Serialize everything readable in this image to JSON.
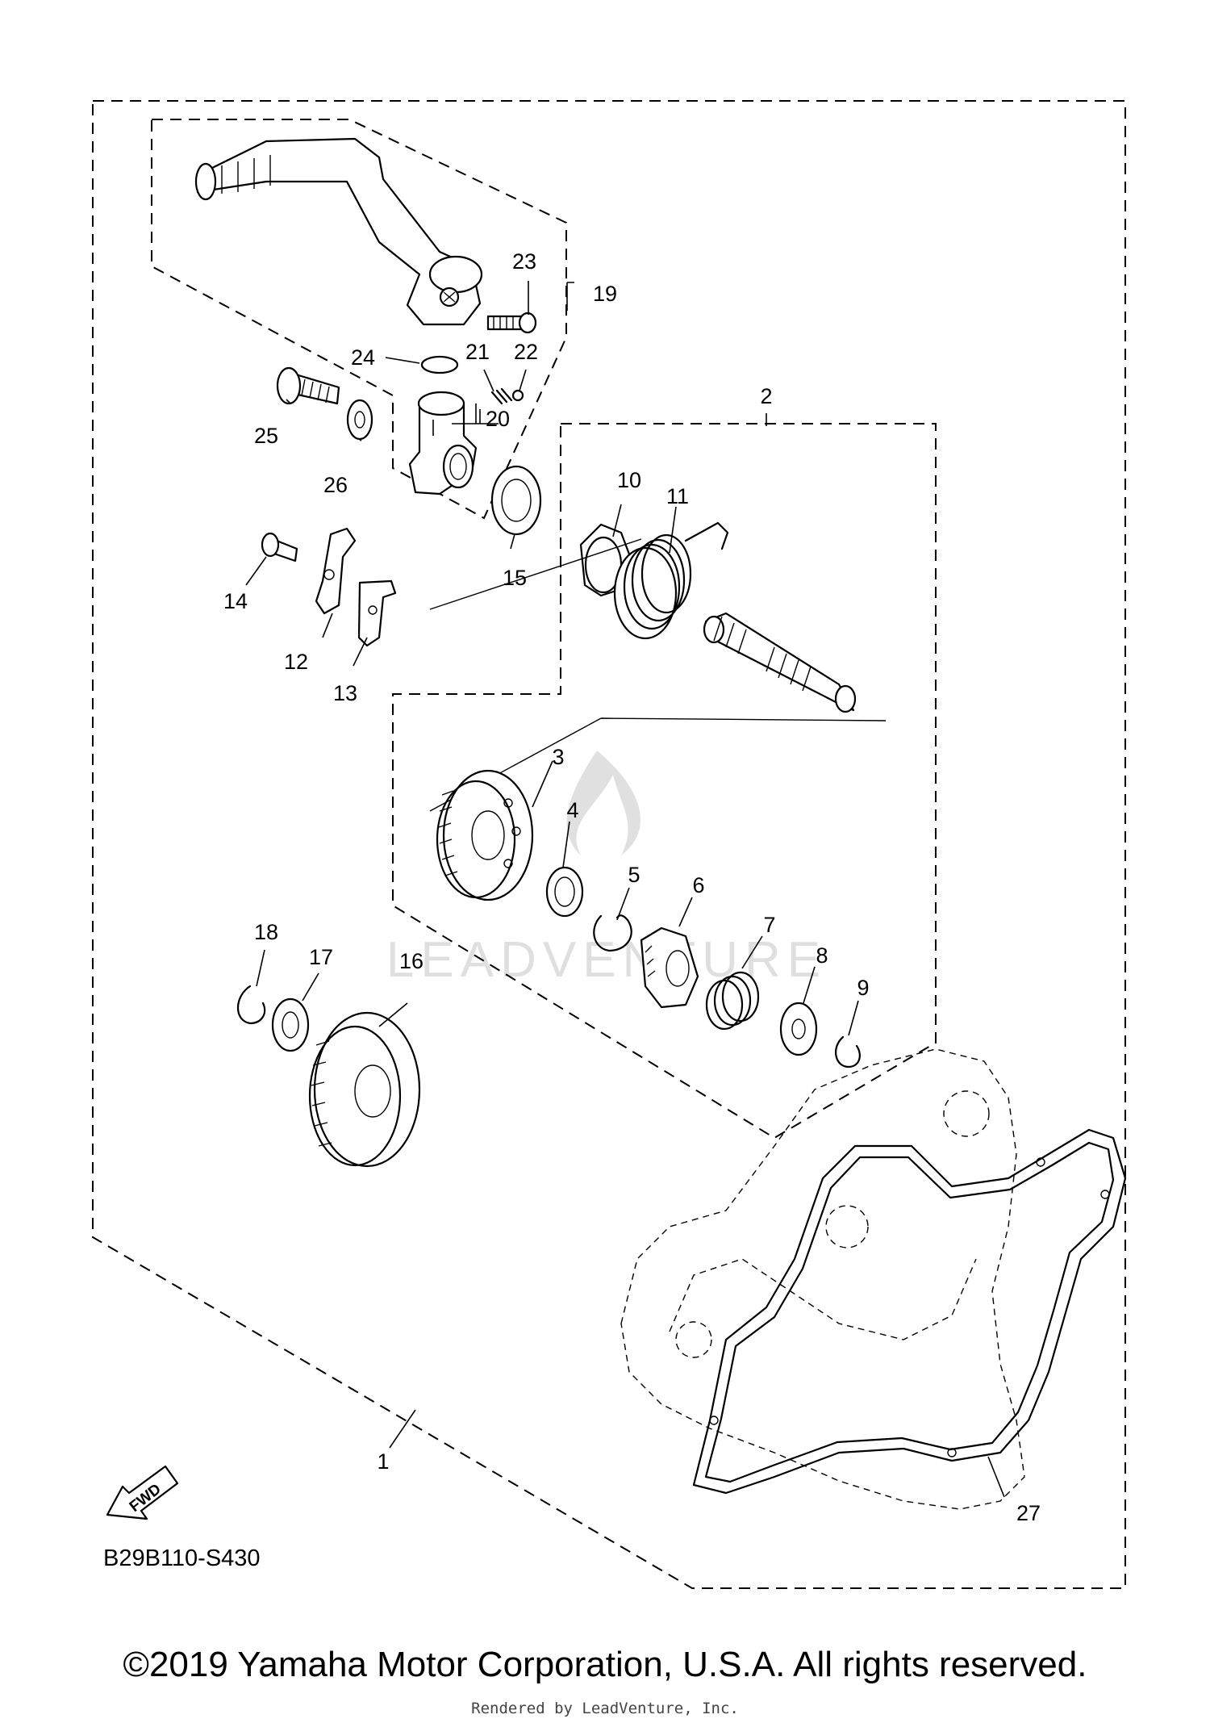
{
  "diagram": {
    "code": "B29B110-S430",
    "fwd_label": "FWD",
    "watermark": "LEADVENTURE",
    "callouts": [
      "1",
      "2",
      "3",
      "4",
      "5",
      "6",
      "7",
      "8",
      "9",
      "10",
      "11",
      "12",
      "13",
      "14",
      "15",
      "16",
      "17",
      "18",
      "19",
      "20",
      "21",
      "22",
      "23",
      "24",
      "25",
      "26",
      "27"
    ]
  },
  "footer": {
    "copyright": "©2019 Yamaha Motor Corporation, U.S.A. All rights reserved.",
    "rendered_by": "Rendered by LeadVenture, Inc."
  }
}
